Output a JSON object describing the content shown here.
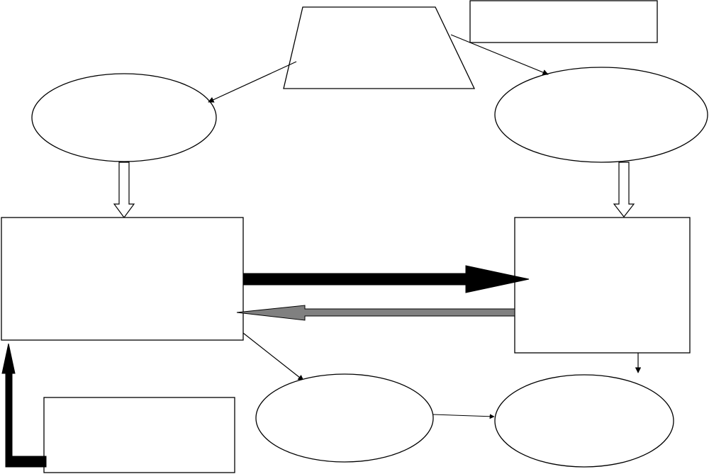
{
  "diagram": {
    "nodes": [
      {
        "id": "top-trapezoid",
        "shape": "trapezoid",
        "label": ""
      },
      {
        "id": "top-right-note-box",
        "shape": "rectangle",
        "label": ""
      },
      {
        "id": "left-oval",
        "shape": "ellipse",
        "label": ""
      },
      {
        "id": "right-oval",
        "shape": "ellipse",
        "label": ""
      },
      {
        "id": "left-main-box",
        "shape": "rectangle",
        "label": ""
      },
      {
        "id": "right-main-box",
        "shape": "rectangle",
        "label": ""
      },
      {
        "id": "bottom-left-box",
        "shape": "rectangle",
        "label": ""
      },
      {
        "id": "bottom-middle-oval",
        "shape": "ellipse",
        "label": ""
      },
      {
        "id": "bottom-right-oval",
        "shape": "ellipse",
        "label": ""
      }
    ],
    "edges": [
      {
        "from": "top-trapezoid",
        "to": "left-oval",
        "style": "thin-arrow"
      },
      {
        "from": "top-trapezoid",
        "to": "right-oval",
        "style": "thin-arrow"
      },
      {
        "from": "left-oval",
        "to": "left-main-box",
        "style": "hollow-block-arrow"
      },
      {
        "from": "right-oval",
        "to": "right-main-box",
        "style": "hollow-block-arrow"
      },
      {
        "from": "left-main-box",
        "to": "right-main-box",
        "style": "thick-black-arrow"
      },
      {
        "from": "right-main-box",
        "to": "left-main-box",
        "style": "thick-gray-arrow"
      },
      {
        "from": "left-main-box",
        "to": "bottom-middle-oval",
        "style": "thin-arrow"
      },
      {
        "from": "bottom-middle-oval",
        "to": "bottom-right-oval",
        "style": "thin-arrow"
      },
      {
        "from": "right-main-box",
        "to": "bottom-right-oval",
        "style": "thin-arrow"
      },
      {
        "from": "bottom-left-box",
        "to": "left-main-box",
        "style": "thick-black-elbow-arrow"
      }
    ],
    "colors": {
      "stroke": "#000000",
      "fill": "#ffffff",
      "thick_arrow": "#000000",
      "gray_arrow": "#808080"
    }
  }
}
